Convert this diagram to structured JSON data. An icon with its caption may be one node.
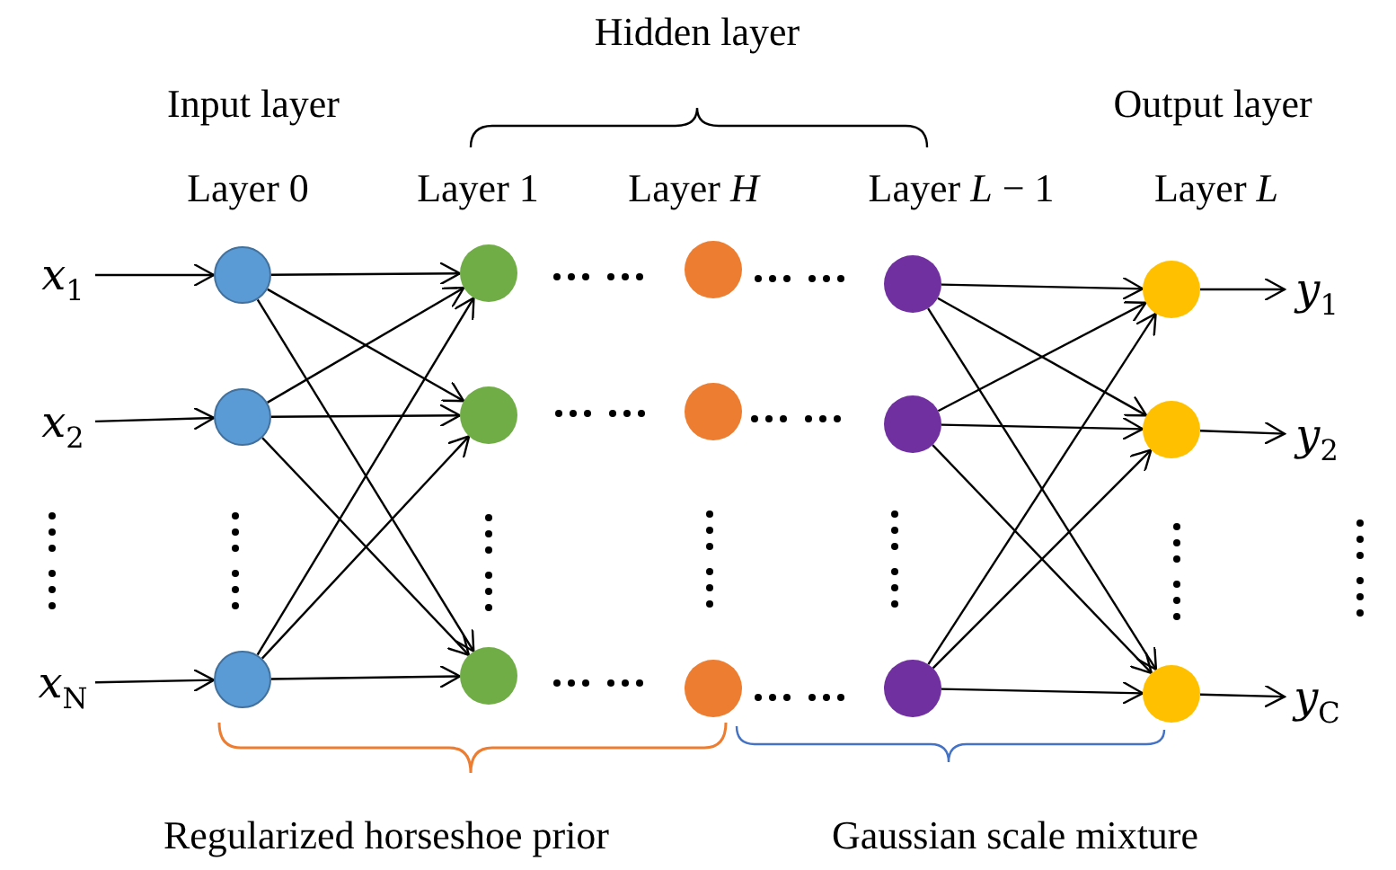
{
  "diagram": {
    "nodes": [
      {
        "text": [
          "*x*$_{1}$"
        ]
      },
      {
        "text": [
          "*x*$_{2}$"
        ]
      },
      {
        "text": [
          "*x*$_{N}$"
        ]
      },
      {
        "text": [],
        "shape": "circle"
      },
      {
        "text": [],
        "shape": "circle"
      },
      {
        "text": [],
        "shape": "circle"
      },
      {
        "text": [],
        "shape": "circle"
      },
      {
        "text": [],
        "shape": "circle"
      },
      {
        "text": [],
        "shape": "circle"
      },
      {
        "text": [],
        "shape": "circle"
      },
      {
        "text": [],
        "shape": "circle"
      },
      {
        "text": [],
        "shape": "circle"
      },
      {
        "text": [],
        "shape": "circle"
      },
      {
        "text": [],
        "shape": "circle"
      },
      {
        "text": [],
        "shape": "circle"
      },
      {
        "text": [],
        "shape": "circle"
      },
      {
        "text": [],
        "shape": "circle"
      },
      {
        "text": [],
        "shape": "circle"
      },
      {
        "text": [
          "*y*$_{1}$"
        ]
      },
      {
        "text": [
          "*y*$_{2}$"
        ]
      },
      {
        "text": [
          "*y*$_{C}$"
        ]
      }
    ],
    "edges": [
      {
        "from": 0,
        "to": 3,
        "arrow": "to"
      },
      {
        "from": 1,
        "to": 4,
        "arrow": "to"
      },
      {
        "from": 2,
        "to": 5,
        "arrow": "to"
      },
      {
        "from": 3,
        "to": 6,
        "arrow": "to"
      },
      {
        "from": 3,
        "to": 7,
        "arrow": "to"
      },
      {
        "from": 3,
        "to": 8,
        "arrow": "to"
      },
      {
        "from": 4,
        "to": 6,
        "arrow": "to"
      },
      {
        "from": 4,
        "to": 7,
        "arrow": "to"
      },
      {
        "from": 4,
        "to": 8,
        "arrow": "to"
      },
      {
        "from": 5,
        "to": 6,
        "arrow": "to"
      },
      {
        "from": 5,
        "to": 7,
        "arrow": "to"
      },
      {
        "from": 5,
        "to": 8,
        "arrow": "to"
      },
      {
        "from": 12,
        "to": 15,
        "arrow": "to"
      },
      {
        "from": 12,
        "to": 16,
        "arrow": "to"
      },
      {
        "from": 12,
        "to": 17,
        "arrow": "to"
      },
      {
        "from": 13,
        "to": 15,
        "arrow": "to"
      },
      {
        "from": 13,
        "to": 16,
        "arrow": "to"
      },
      {
        "from": 13,
        "to": 17,
        "arrow": "to"
      },
      {
        "from": 14,
        "to": 15,
        "arrow": "to"
      },
      {
        "from": 14,
        "to": 16,
        "arrow": "to"
      },
      {
        "from": 14,
        "to": 17,
        "arrow": "to"
      },
      {
        "from": 15,
        "to": 18,
        "arrow": "to"
      },
      {
        "from": 16,
        "to": 19,
        "arrow": "to"
      },
      {
        "from": 17,
        "to": 20,
        "arrow": "to"
      }
    ],
    "labels": [
      "Hidden layer",
      "Input layer",
      "Output layer",
      "Layer 0",
      "Layer 1",
      "Layer *H*",
      "Layer *L* − 1",
      "Layer *L*",
      "Regularized horseshoe prior",
      "Gaussian scale mixture"
    ]
  }
}
